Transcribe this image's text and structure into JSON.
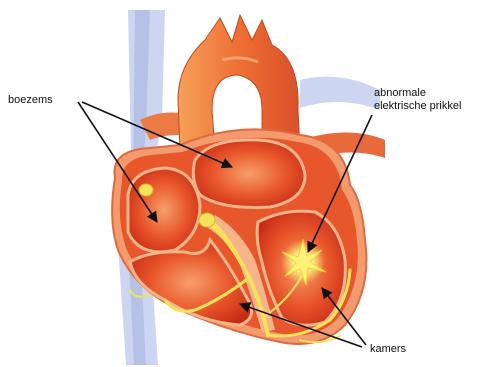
{
  "labels": {
    "atria": "boezems",
    "abnormal_line1": "abnormale",
    "abnormal_line2": "elektrische prikkel",
    "ventricles": "kamers"
  },
  "colors": {
    "vessel_blue": "#c9d3ee",
    "aorta_orange": "#f07a3c",
    "heart_red": "#e8562b",
    "chamber_inner": "#d8351e",
    "conduction_yellow": "#f4e35a",
    "spark": "#fff27a"
  }
}
